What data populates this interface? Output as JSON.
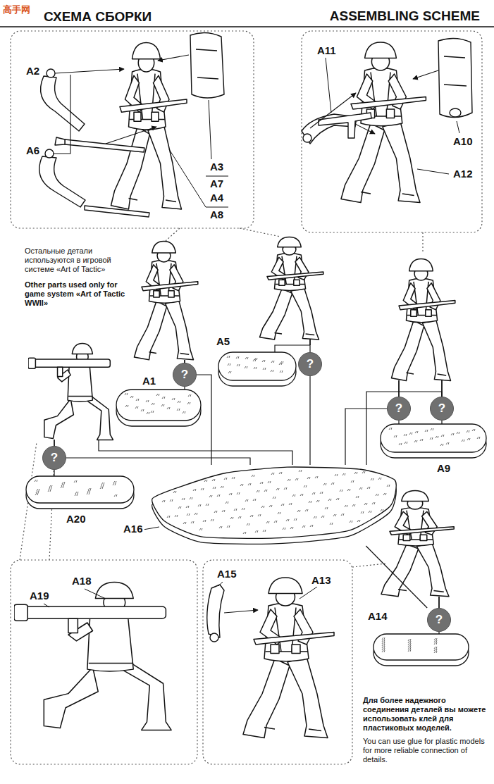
{
  "diagram": {
    "title": "ASSEMBLING SCHEME",
    "nodes": [
      {
        "text": [
          "A5"
        ]
      },
      {
        "text": [
          "?"
        ]
      },
      {
        "text": [
          "?"
        ]
      },
      {
        "text": [
          "A1"
        ]
      },
      {
        "text": [
          "?"
        ]
      },
      {
        "text": [
          "?"
        ]
      },
      {
        "text": [
          "A9"
        ]
      },
      {
        "text": [
          "?"
        ]
      },
      {
        "text": [
          "A16"
        ]
      },
      {
        "text": [
          "A20"
        ]
      },
      {
        "text": [
          "?"
        ]
      },
      {
        "text": [
          "A14"
        ]
      }
    ],
    "edges": [
      {
        "from": 1,
        "to": 0,
        "arrow": "none"
      },
      {
        "from": 1,
        "to": 8,
        "arrow": "none"
      },
      {
        "from": 2,
        "to": 3,
        "arrow": "none"
      },
      {
        "from": 2,
        "to": 8,
        "arrow": "none"
      },
      {
        "from": 4,
        "to": 6,
        "arrow": "none"
      },
      {
        "from": 4,
        "to": 8,
        "arrow": "none"
      },
      {
        "from": 5,
        "to": 6,
        "arrow": "none"
      },
      {
        "from": 5,
        "to": 8,
        "arrow": "none"
      },
      {
        "from": 7,
        "to": 9,
        "arrow": "none"
      },
      {
        "from": 7,
        "to": 8,
        "arrow": "none"
      },
      {
        "from": 10,
        "to": 11,
        "arrow": "none"
      },
      {
        "from": 10,
        "to": 8,
        "arrow": "none"
      }
    ],
    "labels": [
      "高手网",
      "СХЕМА СБОРКИ",
      "A2",
      "A11",
      "A10",
      "A6",
      "A12",
      "A3",
      "A7",
      "A4",
      "A8",
      "Остальные детали используются в игровой системе «Art of Tactic»",
      "Other parts used only for game system «Art of Tactic WWII»",
      "A18",
      "A15",
      "A13",
      "A19",
      "Для более надежного соединения деталей вы можете использовать клей для пластиковых моделей.",
      "You can use glue for plastic models for more reliable connection of details."
    ]
  }
}
